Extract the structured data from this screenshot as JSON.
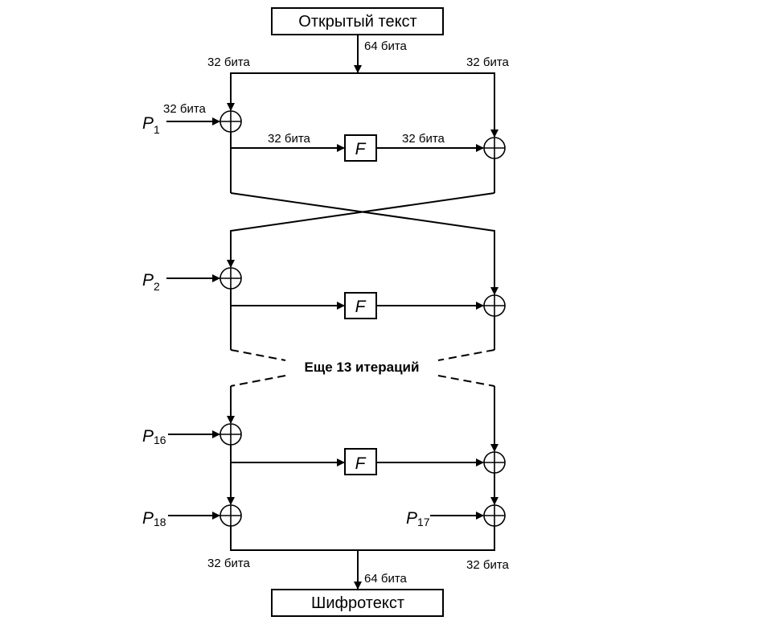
{
  "title_input": "Открытый текст",
  "title_output": "Шифротекст",
  "labels": {
    "bits64": "64 бита",
    "bits32": "32 бита",
    "iterations": "Еще 13 итераций",
    "f": "F",
    "p": "P"
  },
  "subkeys": [
    "1",
    "2",
    "16",
    "18",
    "17"
  ]
}
